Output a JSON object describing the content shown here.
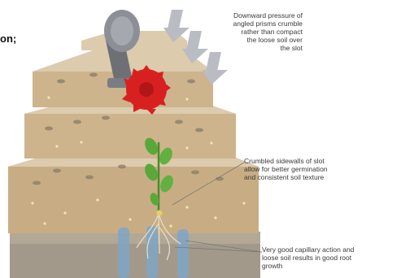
{
  "heading_fragment": "on;",
  "callouts": [
    {
      "id": "pressure",
      "lines": [
        "Downward pressure of",
        "angled prisms crumble",
        "rather than compact",
        "the loose soil over",
        "the slot"
      ]
    },
    {
      "id": "sidewalls",
      "lines": [
        "Crumbled sidewalls of slot",
        "allow for better germination",
        "and consistent soil texture"
      ]
    },
    {
      "id": "capillary",
      "lines": [
        "Very good capillary action and",
        "loose soil results in good root",
        "growth"
      ]
    }
  ],
  "colors": {
    "press_wheel": "#d92020",
    "soil_top": "#d6c2a2",
    "soil_side": "#c2a67c",
    "subsoil": "#a09684",
    "water": "#7fa6c8",
    "arrow": "#b9bcc2",
    "seedling": "#5aa83a"
  },
  "icons": [
    "downward-arrow-icon",
    "press-wheel-icon",
    "seedling-icon",
    "roots-icon",
    "water-column-icon"
  ]
}
